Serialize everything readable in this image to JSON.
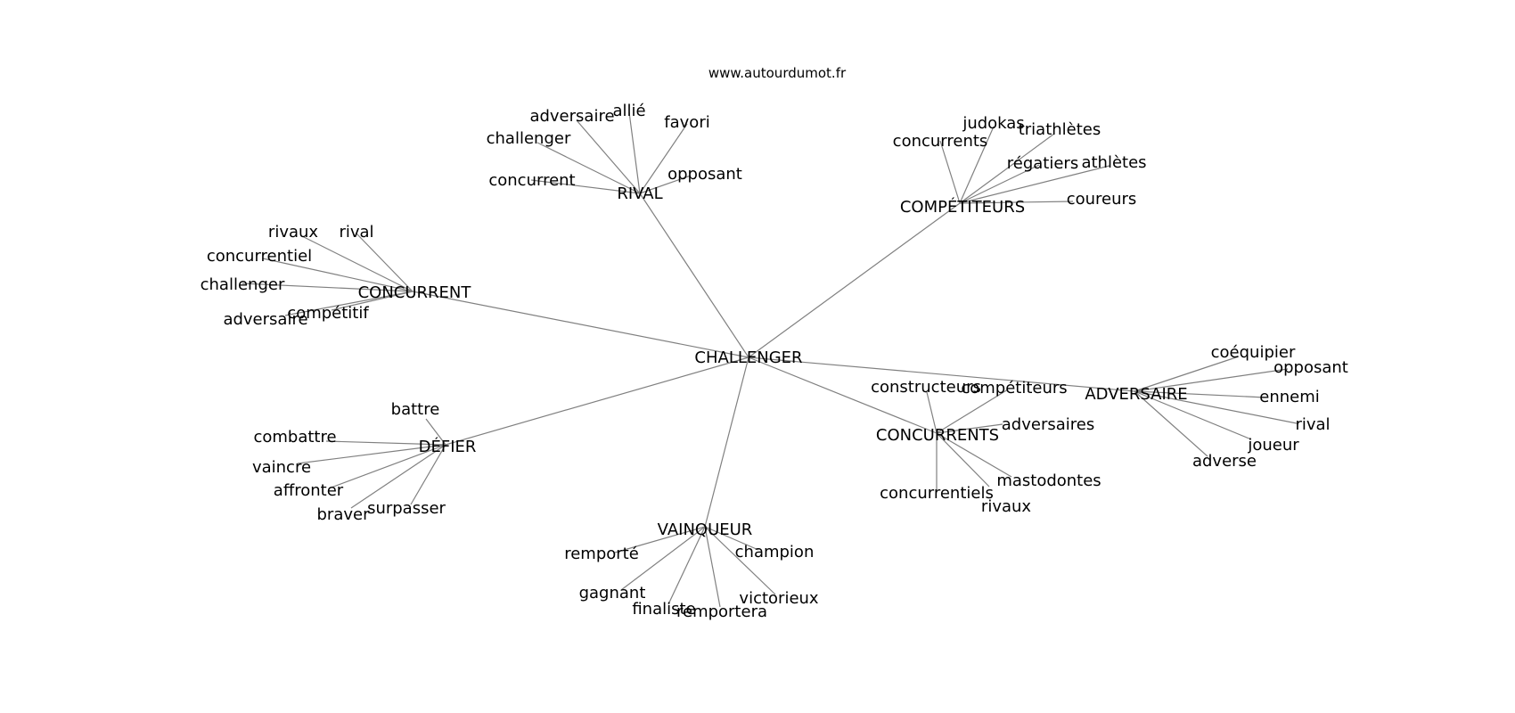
{
  "source": "www.autourdumot.fr",
  "colors": {
    "edge": "#808080",
    "text": "#000000",
    "background": "#ffffff"
  },
  "center": "CHALLENGER",
  "groups": [
    {
      "label": "RIVAL",
      "words": [
        "adversaire",
        "allié",
        "favori",
        "challenger",
        "opposant",
        "concurrent"
      ]
    },
    {
      "label": "COMPÉTITEURS",
      "words": [
        "judokas",
        "triathlètes",
        "concurrents",
        "régatiers",
        "athlètes",
        "coureurs"
      ]
    },
    {
      "label": "CONCURRENT",
      "words": [
        "rivaux",
        "rival",
        "concurrentiel",
        "challenger",
        "compétitif",
        "adversaire"
      ]
    },
    {
      "label": "ADVERSAIRE",
      "words": [
        "coéquipier",
        "opposant",
        "ennemi",
        "rival",
        "joueur",
        "adverse"
      ]
    },
    {
      "label": "CONCURRENTS",
      "words": [
        "constructeurs",
        "compétiteurs",
        "adversaires",
        "mastodontes",
        "concurrentiels",
        "rivaux"
      ]
    },
    {
      "label": "DÉFIER",
      "words": [
        "battre",
        "combattre",
        "vaincre",
        "affronter",
        "braver",
        "surpasser"
      ]
    },
    {
      "label": "VAINQUEUR",
      "words": [
        "remporté",
        "champion",
        "gagnant",
        "victorieux",
        "finaliste",
        "remportera"
      ]
    }
  ]
}
